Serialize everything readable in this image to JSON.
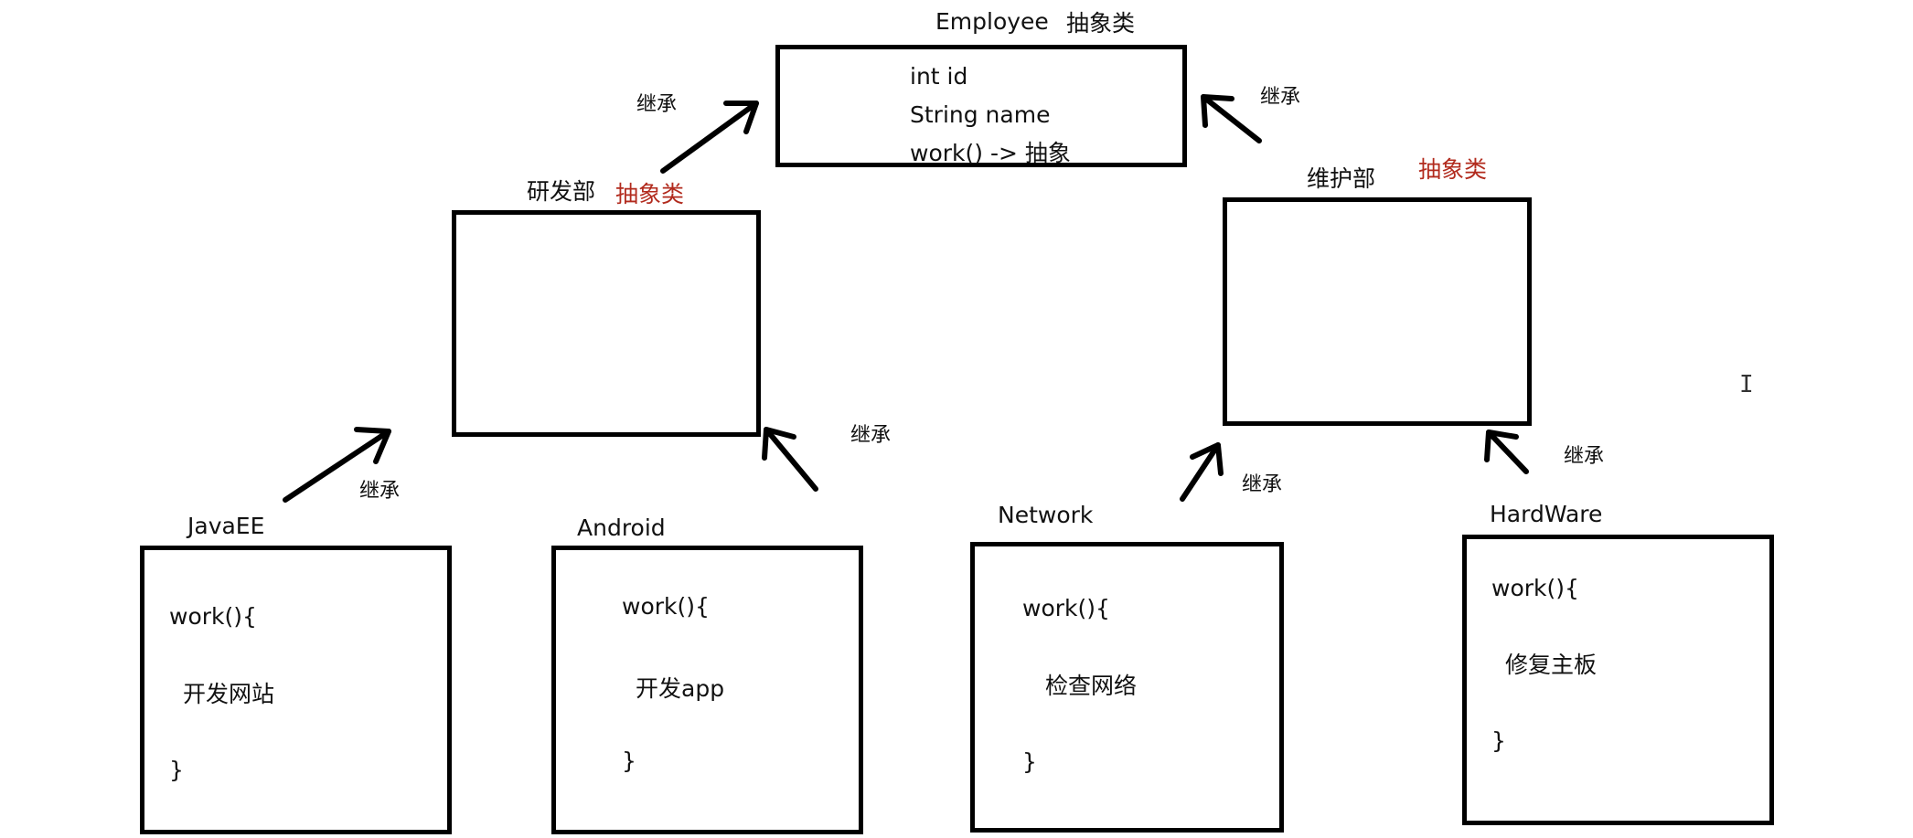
{
  "employee": {
    "title": "Employee",
    "tag": "抽象类",
    "fields": [
      "int id",
      "String name",
      "work() -> 抽象"
    ]
  },
  "rd_dept": {
    "title": "研发部",
    "tag": "抽象类"
  },
  "maint_dept": {
    "title": "维护部",
    "tag": "抽象类"
  },
  "classes": {
    "javaee": {
      "title": "JavaEE",
      "open": "work(){",
      "body": "开发网站",
      "close": "}"
    },
    "android": {
      "title": "Android",
      "open": "work(){",
      "body": "开发app",
      "close": "}"
    },
    "network": {
      "title": "Network",
      "open": "work(){",
      "body": "检查网络",
      "close": "}"
    },
    "hardware": {
      "title": "HardWare",
      "open": "work(){",
      "body": "修复主板",
      "close": "}"
    }
  },
  "inherit_label": "继承",
  "colors": {
    "line": "#000000",
    "abstract_tag_red": "#b22b1e"
  }
}
